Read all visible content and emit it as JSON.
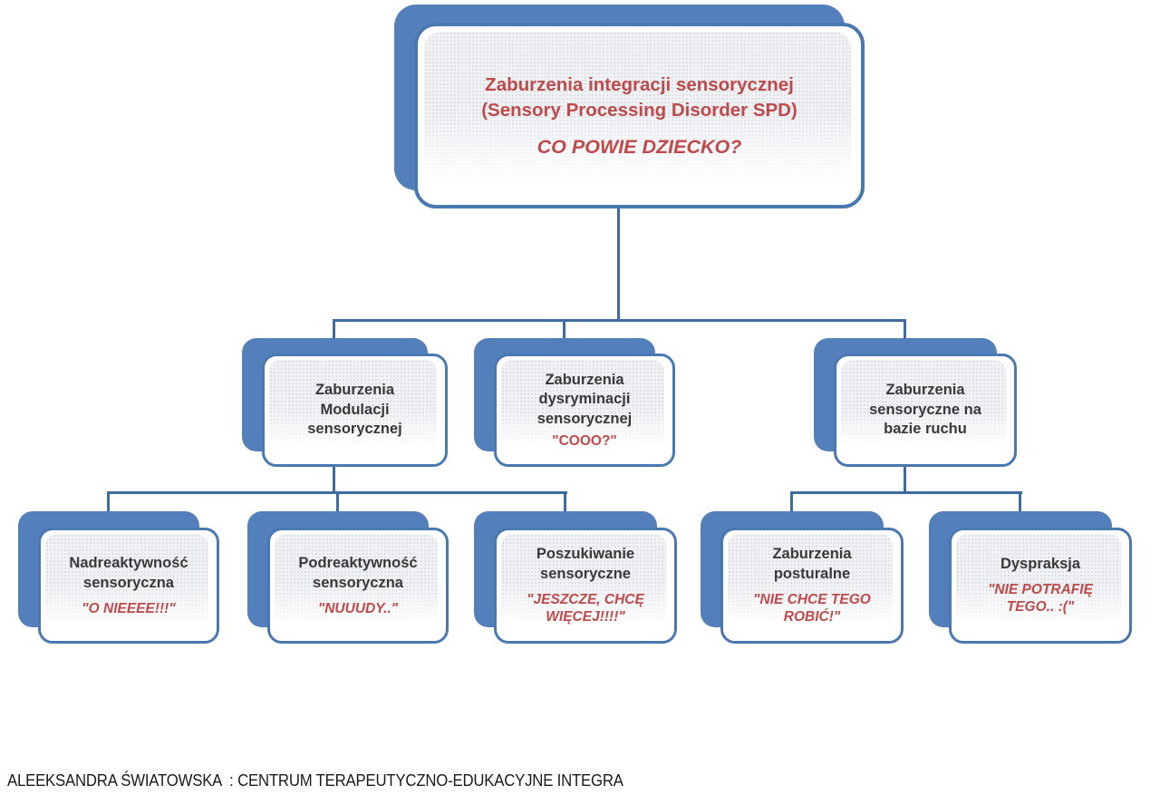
{
  "colors": {
    "shape_blue": "#5380BA",
    "shape_border": "#4A79B2",
    "connector": "#3E6CA0",
    "accent_red": "#BE4A4B",
    "heading_text": "#39393B",
    "panel_gray": "#F1F2F4"
  },
  "root": {
    "line1": "Zaburzenia integracji sensorycznej",
    "line2": "(Sensory Processing Disorder SPD)",
    "question": "CO POWIE DZIECKO?"
  },
  "branches": [
    {
      "label": "Zaburzenia Modulacji sensorycznej"
    },
    {
      "label": "Zaburzenia dysryminacji sensorycznej",
      "quote": "\"COOO?\""
    },
    {
      "label": "Zaburzenia sensoryczne na bazie ruchu"
    }
  ],
  "leaves": [
    {
      "label": "Nadreaktywność sensoryczna",
      "quote": "\"O NIEEEE!!!\""
    },
    {
      "label": "Podreaktywność sensoryczna",
      "quote": "\"NUUUDY..\""
    },
    {
      "label": "Poszukiwanie sensoryczne",
      "quote": "\"JESZCZE, CHCĘ WIĘCEJ!!!!\""
    },
    {
      "label": "Zaburzenia posturalne",
      "quote": "\"NIE CHCE TEGO ROBIĆ!\""
    },
    {
      "label": "Dyspraksja",
      "quote": "\"NIE POTRAFIĘ TEGO.. :(\""
    }
  ],
  "footer": "ALEEKSANDRA ŚWIATOWSKA  : CENTRUM TERAPEUTYCZNO-EDUKACYJNE INTEGRA"
}
